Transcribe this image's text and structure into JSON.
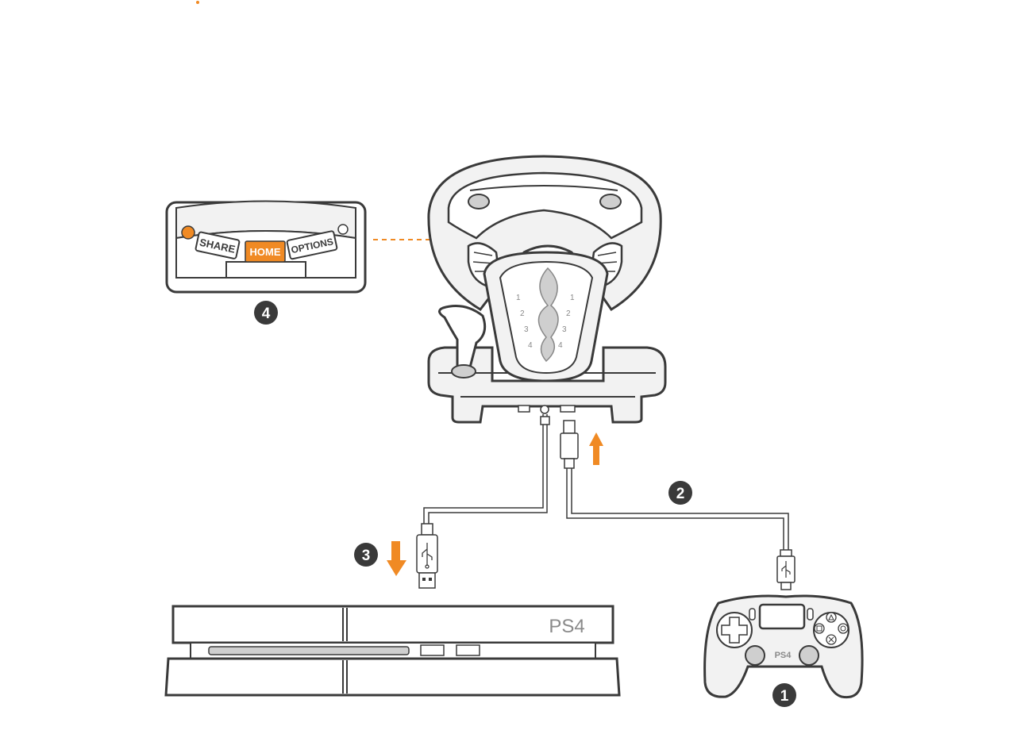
{
  "colors": {
    "accent": "#F08A24",
    "outline": "#3a3a3a",
    "fill_light": "#f2f2f2",
    "fill_mid": "#cfcfcf",
    "step_badge": "#3a3a3a",
    "step_text": "#ffffff"
  },
  "steps": {
    "one": "1",
    "two": "2",
    "three": "3",
    "four": "4"
  },
  "button_panel": {
    "share": "SHARE",
    "home": "HOME",
    "options": "OPTIONS"
  },
  "console": {
    "label": "PS4"
  },
  "controller": {
    "label": "PS4"
  },
  "wheel": {
    "paddle_marks_left": [
      "1",
      "2",
      "3",
      "4"
    ],
    "paddle_marks_right": [
      "1",
      "2",
      "3",
      "4"
    ]
  },
  "icons": {
    "usb": "usb-icon",
    "arrow_up": "arrow-up-icon",
    "arrow_down": "arrow-down-icon"
  }
}
